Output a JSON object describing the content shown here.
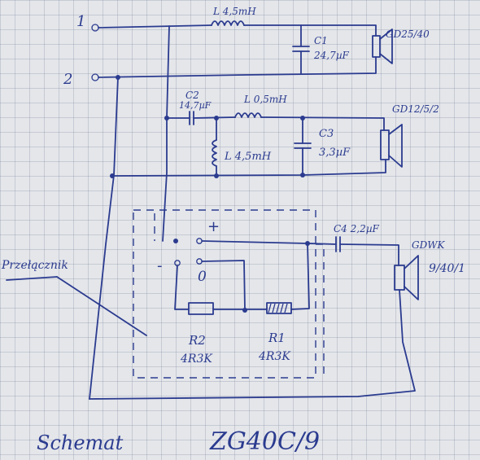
{
  "terminals": {
    "t1": "1",
    "t2": "2"
  },
  "components": {
    "L1": "L 4,5mH",
    "C1_name": "C1",
    "C1_value": "24,7µF",
    "woofer": "GD25/40",
    "C2_name": "C2",
    "C2_value": "14,7µF",
    "L2": "L 0,5mH",
    "L3": "L 4,5mH",
    "C3_name": "C3",
    "C3_value": "3,3µF",
    "midrange": "GD12/5/2",
    "C4": "C4 2,2µF",
    "tweeter_line1": "GDWK",
    "tweeter_line2": "9/40/1",
    "R2_name": "R2",
    "R2_value": "4R3K",
    "R1_name": "R1",
    "R1_value": "4R3K"
  },
  "switch": {
    "label": "Przełącznik",
    "plus": "+",
    "minus": "-",
    "zero": "0"
  },
  "caption": {
    "left": "Schemat",
    "right": "ZG40C/9"
  }
}
